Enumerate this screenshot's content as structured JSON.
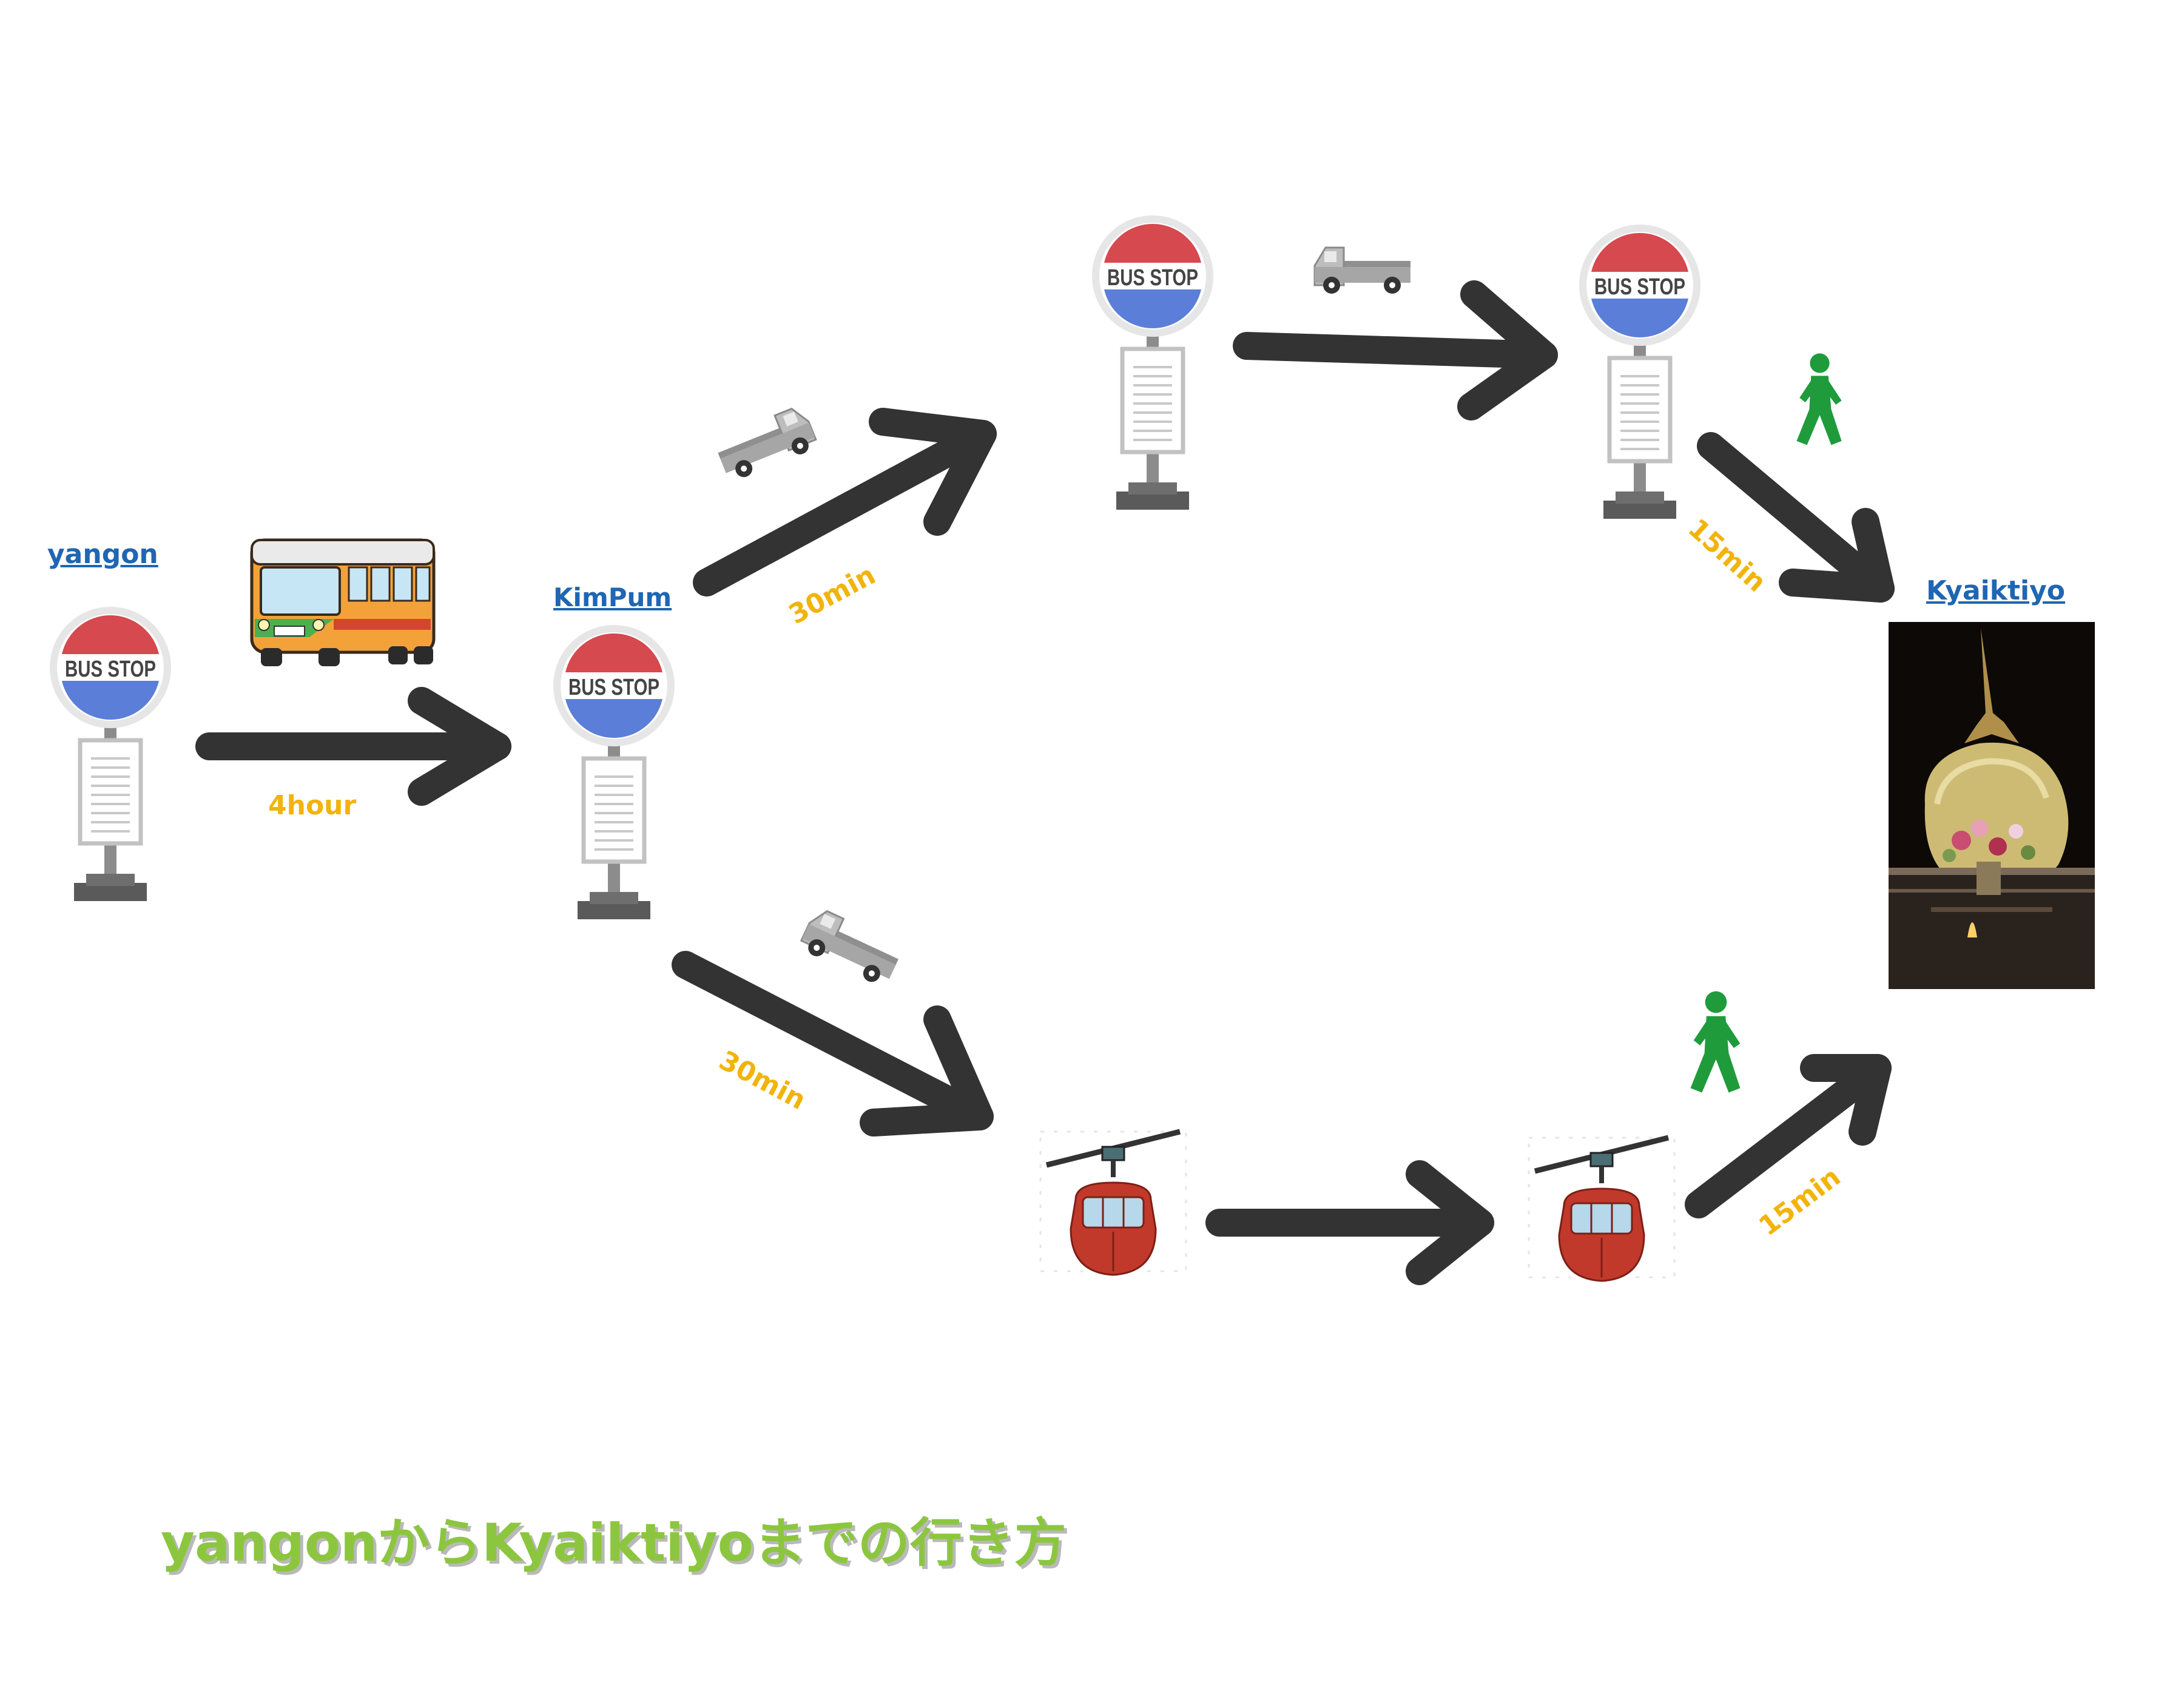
{
  "title": "yangonからKyaiktiyoまでの行き方",
  "stops": {
    "yangon": "yangon",
    "kimpum": "KimPum",
    "kyaiktiyo": "Kyaiktiyo"
  },
  "bus_stop_sign": "BUS STOP",
  "durations": {
    "yangon_to_kimpum": "4hour",
    "kimpum_to_upper_stop": "30min",
    "kimpum_to_ropeway": "30min",
    "walk_upper": "15min",
    "walk_lower": "15min"
  },
  "icons": {
    "bus_stop": "bus-stop-sign-icon",
    "bus": "bus-icon",
    "truck": "pickup-truck-icon",
    "ropeway": "cable-car-icon",
    "walk": "walking-person-icon"
  },
  "colors": {
    "link": "#1f66b3",
    "duration": "#f2b40a",
    "title": "#8cc63f",
    "arrow": "#333333",
    "walker": "#1f9b3c",
    "cable_car": "#c0392b"
  }
}
